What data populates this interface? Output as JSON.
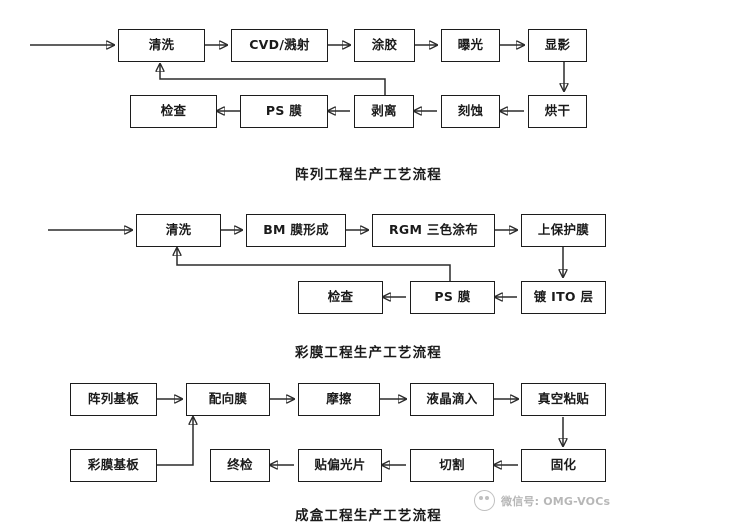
{
  "page": {
    "background_color": "#ffffff",
    "line_color": "#2b2b2b",
    "box_border_color": "#1c1c1c",
    "text_color": "#1a1a1a"
  },
  "flowcharts": [
    {
      "id": "array-process",
      "caption": "阵列工程生产工艺流程",
      "nodes": [
        {
          "key": "a1",
          "label": "清洗"
        },
        {
          "key": "a2",
          "label": "CVD/溅射"
        },
        {
          "key": "a3",
          "label": "涂胶"
        },
        {
          "key": "a4",
          "label": "曝光"
        },
        {
          "key": "a5",
          "label": "显影"
        },
        {
          "key": "a6",
          "label": "烘干"
        },
        {
          "key": "a7",
          "label": "刻蚀"
        },
        {
          "key": "a8",
          "label": "剥离"
        },
        {
          "key": "a9",
          "label": "PS 膜"
        },
        {
          "key": "a10",
          "label": "检查"
        }
      ]
    },
    {
      "id": "color-filter-process",
      "caption": "彩膜工程生产工艺流程",
      "nodes": [
        {
          "key": "b1",
          "label": "清洗"
        },
        {
          "key": "b2",
          "label": "BM 膜形成"
        },
        {
          "key": "b3",
          "label": "RGM 三色涂布"
        },
        {
          "key": "b4",
          "label": "上保护膜"
        },
        {
          "key": "b5",
          "label": "镀 ITO 层"
        },
        {
          "key": "b6",
          "label": "PS 膜"
        },
        {
          "key": "b7",
          "label": "检查"
        }
      ]
    },
    {
      "id": "cell-assembly-process",
      "caption": "成盒工程生产工艺流程",
      "nodes": [
        {
          "key": "c1",
          "label": "阵列基板"
        },
        {
          "key": "c2",
          "label": "配向膜"
        },
        {
          "key": "c3",
          "label": "摩擦"
        },
        {
          "key": "c4",
          "label": "液晶滴入"
        },
        {
          "key": "c5",
          "label": "真空粘贴"
        },
        {
          "key": "c6",
          "label": "固化"
        },
        {
          "key": "c7",
          "label": "切割"
        },
        {
          "key": "c8",
          "label": "贴偏光片"
        },
        {
          "key": "c9",
          "label": "终检"
        },
        {
          "key": "c10",
          "label": "彩膜基板"
        }
      ]
    }
  ],
  "watermark": {
    "text": "微信号: OMG-VOCs",
    "logo_name": "wechat-logo-icon"
  }
}
